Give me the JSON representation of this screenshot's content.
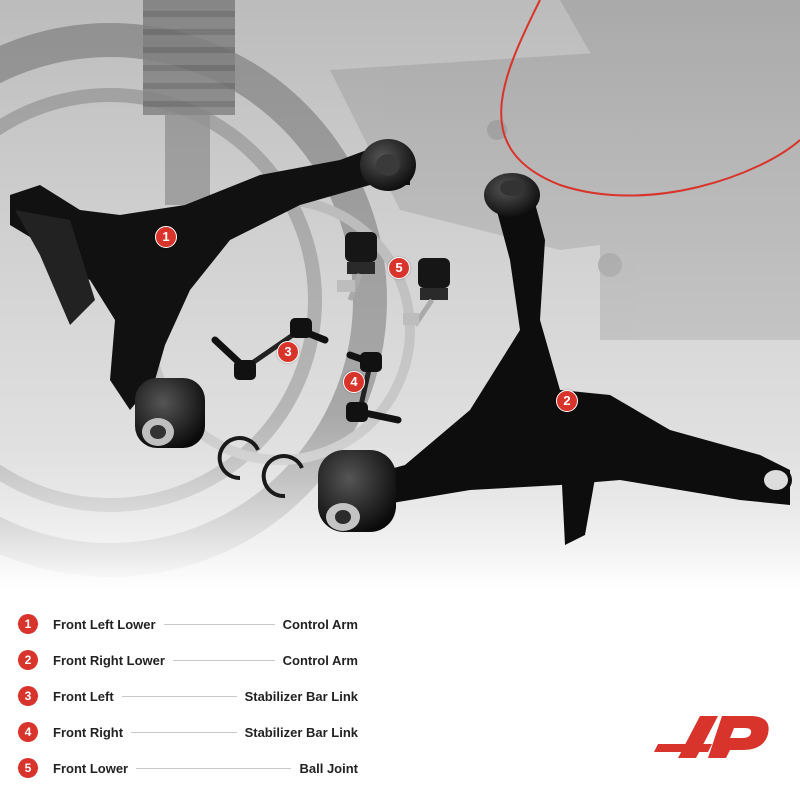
{
  "callouts": [
    "1",
    "2",
    "3",
    "4",
    "5"
  ],
  "legend": [
    {
      "num": "1",
      "position": "Front Left Lower",
      "part": "Control Arm"
    },
    {
      "num": "2",
      "position": "Front Right Lower",
      "part": "Control Arm"
    },
    {
      "num": "3",
      "position": "Front Left",
      "part": "Stabilizer Bar Link"
    },
    {
      "num": "4",
      "position": "Front Right",
      "part": "Stabilizer Bar Link"
    },
    {
      "num": "5",
      "position": "Front Lower",
      "part": "Ball Joint"
    }
  ],
  "colors": {
    "accent": "#d8342b",
    "part": "#0d0d0d",
    "background": "#ffffff"
  },
  "icons": [
    "brand-logo-icon"
  ]
}
